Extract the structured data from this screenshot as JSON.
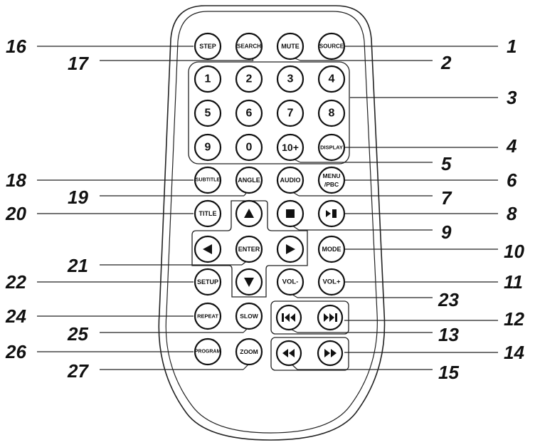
{
  "buttons": {
    "step": "STEP",
    "search": "SEARCH",
    "mute": "MUTE",
    "source": "SOURCE",
    "n1": "1",
    "n2": "2",
    "n3": "3",
    "n4": "4",
    "n5": "5",
    "n6": "6",
    "n7": "7",
    "n8": "8",
    "n9": "9",
    "n0": "0",
    "n10plus": "10+",
    "display": "DISPLAY",
    "subtitle": "SUBTITLE",
    "angle": "ANGLE",
    "audio": "AUDIO",
    "menu_line1": "MENU",
    "menu_line2": "/PBC",
    "title": "TITLE",
    "enter": "ENTER",
    "mode": "MODE",
    "setup": "SETUP",
    "vol_minus": "VOL-",
    "vol_plus": "VOL+",
    "repeat": "REPEAT",
    "slow": "SLOW",
    "program": "PROGRAM",
    "zoom": "ZOOM"
  },
  "callouts": {
    "c1": "1",
    "c2": "2",
    "c3": "3",
    "c4": "4",
    "c5": "5",
    "c6": "6",
    "c7": "7",
    "c8": "8",
    "c9": "9",
    "c10": "10",
    "c11": "11",
    "c12": "12",
    "c13": "13",
    "c14": "14",
    "c15": "15",
    "c16": "16",
    "c17": "17",
    "c18": "18",
    "c19": "19",
    "c20": "20",
    "c21": "21",
    "c22": "22",
    "c23": "23",
    "c24": "24",
    "c25": "25",
    "c26": "26",
    "c27": "27"
  },
  "icons": {
    "up": "arrow-up-icon",
    "down": "arrow-down-icon",
    "left": "arrow-left-icon",
    "right": "arrow-right-icon",
    "stop": "stop-icon",
    "play_pause": "play-pause-icon",
    "prev": "skip-previous-icon",
    "next": "skip-next-icon",
    "rewind": "rewind-icon",
    "forward": "fast-forward-icon"
  }
}
